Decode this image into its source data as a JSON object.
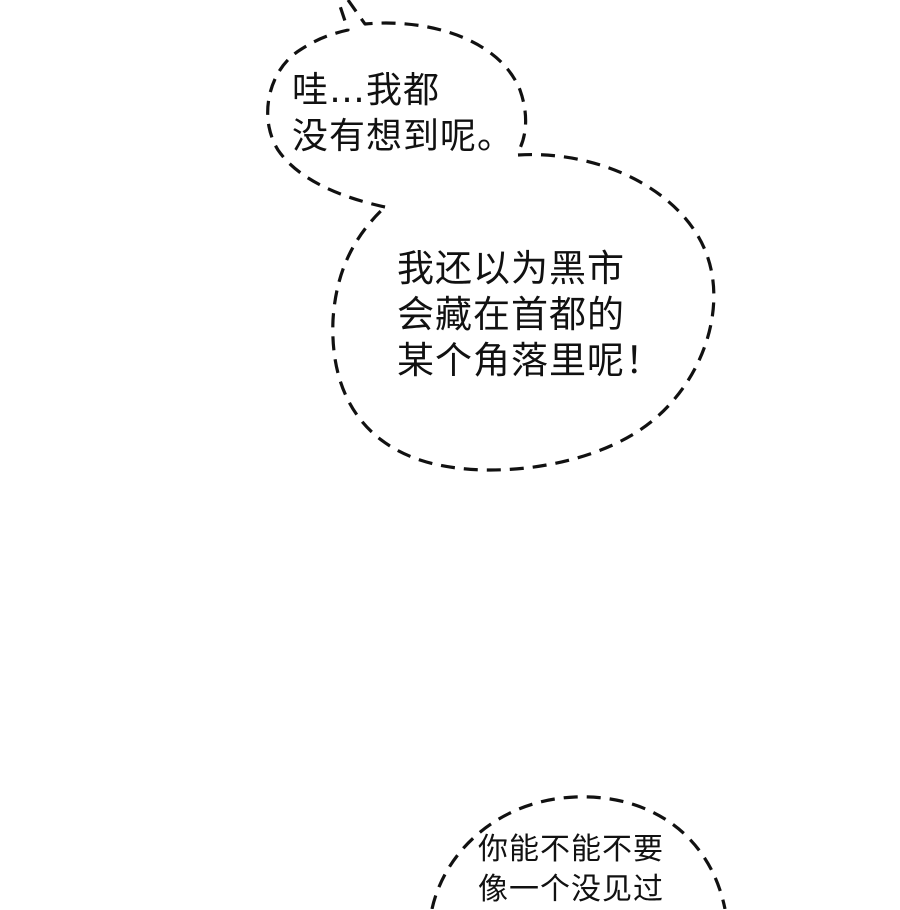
{
  "page": {
    "background": "#ffffff",
    "ink_color": "#111111"
  },
  "bubbles": [
    {
      "id": "bubble-1",
      "style": "dashed",
      "lines": [
        "哇…我都",
        "没有想到呢。"
      ]
    },
    {
      "id": "bubble-2",
      "style": "dashed",
      "lines": [
        "我还以为黑市",
        "会藏在首都的",
        "某个角落里呢！"
      ]
    },
    {
      "id": "bubble-3",
      "style": "dashed",
      "lines": [
        "你能不能不要",
        "像一个没见过"
      ]
    }
  ]
}
